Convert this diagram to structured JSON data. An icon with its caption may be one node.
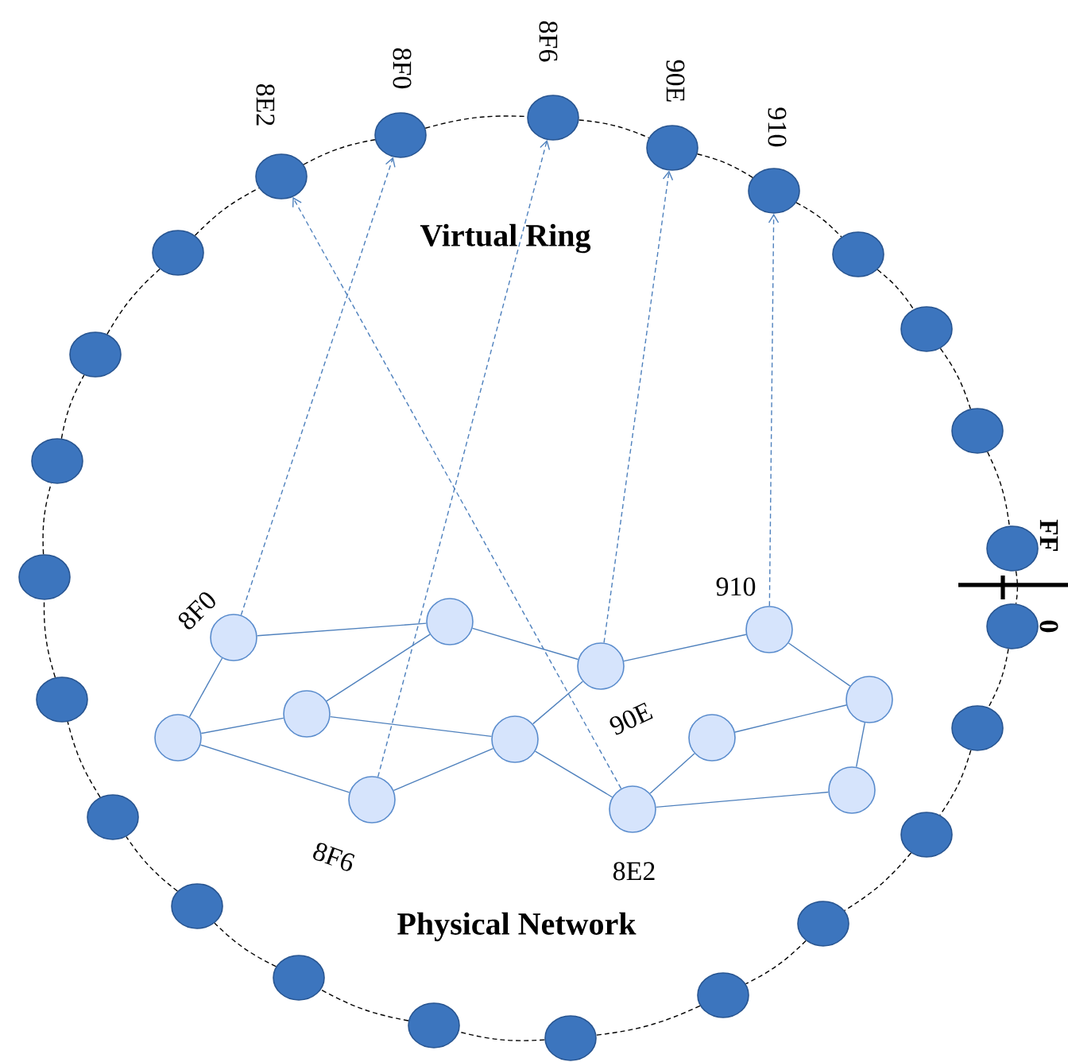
{
  "diagram": {
    "nodes": [
      {
        "text": [],
        "shape": "circle",
        "beside": [
          "8E2"
        ]
      },
      {
        "text": [],
        "shape": "circle",
        "beside": [
          "8F0"
        ]
      },
      {
        "text": [],
        "shape": "circle",
        "beside": [
          "8F6"
        ]
      },
      {
        "text": [],
        "shape": "circle",
        "beside": [
          "90E"
        ]
      },
      {
        "text": [],
        "shape": "circle",
        "beside": [
          "910"
        ]
      },
      {
        "text": [],
        "shape": "circle"
      },
      {
        "text": [],
        "shape": "circle"
      },
      {
        "text": [],
        "shape": "circle"
      },
      {
        "text": [],
        "shape": "circle",
        "beside": [
          "FF"
        ]
      },
      {
        "text": [],
        "shape": "circle",
        "beside": [
          "0"
        ]
      },
      {
        "text": [],
        "shape": "circle"
      },
      {
        "text": [],
        "shape": "circle"
      },
      {
        "text": [],
        "shape": "circle"
      },
      {
        "text": [],
        "shape": "circle"
      },
      {
        "text": [],
        "shape": "circle"
      },
      {
        "text": [],
        "shape": "circle"
      },
      {
        "text": [],
        "shape": "circle"
      },
      {
        "text": [],
        "shape": "circle"
      },
      {
        "text": [],
        "shape": "circle"
      },
      {
        "text": [],
        "shape": "circle"
      },
      {
        "text": [],
        "shape": "circle"
      },
      {
        "text": [],
        "shape": "circle"
      },
      {
        "text": [],
        "shape": "circle"
      },
      {
        "text": [],
        "shape": "circle"
      },
      {
        "text": [],
        "shape": "circle",
        "beside": [
          "8F0"
        ]
      },
      {
        "text": [],
        "shape": "circle"
      },
      {
        "text": [],
        "shape": "circle",
        "beside": [
          "90E"
        ]
      },
      {
        "text": [],
        "shape": "circle",
        "beside": [
          "910"
        ]
      },
      {
        "text": [],
        "shape": "circle"
      },
      {
        "text": [],
        "shape": "circle"
      },
      {
        "text": [],
        "shape": "circle"
      },
      {
        "text": [],
        "shape": "circle"
      },
      {
        "text": [],
        "shape": "circle"
      },
      {
        "text": [],
        "shape": "circle"
      },
      {
        "text": [],
        "shape": "circle",
        "beside": [
          "8F6"
        ]
      },
      {
        "text": [],
        "shape": "circle",
        "beside": [
          "8E2"
        ]
      }
    ],
    "edges": [
      {
        "from": 0,
        "to": 1,
        "arrow": "none",
        "style": "dashed"
      },
      {
        "from": 1,
        "to": 2,
        "arrow": "none",
        "style": "dashed"
      },
      {
        "from": 2,
        "to": 3,
        "arrow": "none",
        "style": "dashed"
      },
      {
        "from": 3,
        "to": 4,
        "arrow": "none",
        "style": "dashed"
      },
      {
        "from": 4,
        "to": 5,
        "arrow": "none",
        "style": "dashed"
      },
      {
        "from": 5,
        "to": 6,
        "arrow": "none",
        "style": "dashed"
      },
      {
        "from": 6,
        "to": 7,
        "arrow": "none",
        "style": "dashed"
      },
      {
        "from": 7,
        "to": 8,
        "arrow": "none",
        "style": "dashed"
      },
      {
        "from": 8,
        "to": 9,
        "arrow": "none",
        "style": "dashed"
      },
      {
        "from": 9,
        "to": 10,
        "arrow": "none",
        "style": "dashed"
      },
      {
        "from": 10,
        "to": 11,
        "arrow": "none",
        "style": "dashed"
      },
      {
        "from": 11,
        "to": 12,
        "arrow": "none",
        "style": "dashed"
      },
      {
        "from": 12,
        "to": 13,
        "arrow": "none",
        "style": "dashed"
      },
      {
        "from": 13,
        "to": 14,
        "arrow": "none",
        "style": "dashed"
      },
      {
        "from": 14,
        "to": 15,
        "arrow": "none",
        "style": "dashed"
      },
      {
        "from": 15,
        "to": 16,
        "arrow": "none",
        "style": "dashed"
      },
      {
        "from": 16,
        "to": 17,
        "arrow": "none",
        "style": "dashed"
      },
      {
        "from": 17,
        "to": 18,
        "arrow": "none",
        "style": "dashed"
      },
      {
        "from": 18,
        "to": 19,
        "arrow": "none",
        "style": "dashed"
      },
      {
        "from": 19,
        "to": 20,
        "arrow": "none",
        "style": "dashed"
      },
      {
        "from": 20,
        "to": 21,
        "arrow": "none",
        "style": "dashed"
      },
      {
        "from": 21,
        "to": 22,
        "arrow": "none",
        "style": "dashed"
      },
      {
        "from": 22,
        "to": 23,
        "arrow": "none",
        "style": "dashed"
      },
      {
        "from": 23,
        "to": 0,
        "arrow": "none",
        "style": "dashed"
      },
      {
        "from": 24,
        "to": 25,
        "arrow": "none",
        "color": "#4f81bd"
      },
      {
        "from": 24,
        "to": 29,
        "arrow": "none",
        "color": "#4f81bd"
      },
      {
        "from": 25,
        "to": 26,
        "arrow": "none",
        "color": "#4f81bd"
      },
      {
        "from": 25,
        "to": 30,
        "arrow": "none",
        "color": "#4f81bd"
      },
      {
        "from": 26,
        "to": 27,
        "arrow": "none",
        "color": "#4f81bd"
      },
      {
        "from": 26,
        "to": 31,
        "arrow": "none",
        "color": "#4f81bd"
      },
      {
        "from": 27,
        "to": 28,
        "arrow": "none",
        "color": "#4f81bd"
      },
      {
        "from": 28,
        "to": 32,
        "arrow": "none",
        "color": "#4f81bd"
      },
      {
        "from": 28,
        "to": 33,
        "arrow": "none",
        "color": "#4f81bd"
      },
      {
        "from": 29,
        "to": 30,
        "arrow": "none",
        "color": "#4f81bd"
      },
      {
        "from": 29,
        "to": 34,
        "arrow": "none",
        "color": "#4f81bd"
      },
      {
        "from": 30,
        "to": 31,
        "arrow": "none",
        "color": "#4f81bd"
      },
      {
        "from": 31,
        "to": 34,
        "arrow": "none",
        "color": "#4f81bd"
      },
      {
        "from": 31,
        "to": 35,
        "arrow": "none",
        "color": "#4f81bd"
      },
      {
        "from": 35,
        "to": 32,
        "arrow": "none",
        "color": "#4f81bd"
      },
      {
        "from": 35,
        "to": 33,
        "arrow": "none",
        "color": "#4f81bd"
      },
      {
        "from": 24,
        "to": 1,
        "arrow": "to",
        "style": "dashed",
        "color": "#4f81bd"
      },
      {
        "from": 34,
        "to": 2,
        "arrow": "to",
        "style": "dashed",
        "color": "#4f81bd"
      },
      {
        "from": 26,
        "to": 3,
        "arrow": "to",
        "style": "dashed",
        "color": "#4f81bd"
      },
      {
        "from": 27,
        "to": 4,
        "arrow": "to",
        "style": "dashed",
        "color": "#4f81bd"
      },
      {
        "from": 35,
        "to": 0,
        "arrow": "to",
        "style": "dashed",
        "color": "#4f81bd"
      }
    ],
    "labels": [
      "Virtual Ring",
      "Physical Network"
    ]
  }
}
